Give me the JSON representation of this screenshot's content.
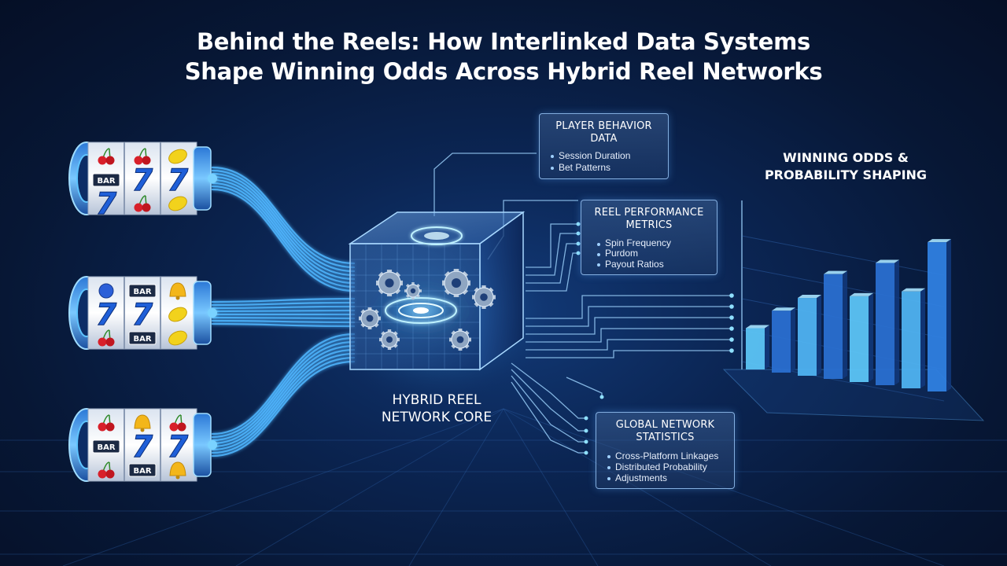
{
  "title": {
    "line1": "Behind the Reels: How Interlinked Data Systems",
    "line2": "Shape Winning Odds Across Hybrid Reel Networks"
  },
  "core": {
    "line1": "HYBRID REEL",
    "line2": "NETWORK CORE"
  },
  "panels": {
    "player_behavior": {
      "title_line1": "PLAYER BEHAVIOR",
      "title_line2": "DATA",
      "items": [
        "Session Duration",
        "Bet Patterns"
      ]
    },
    "reel_performance": {
      "title_line1": "REEL PERFORMANCE",
      "title_line2": "METRICS",
      "items": [
        "Spin Frequency",
        "Purdom",
        "Payout Ratios"
      ]
    },
    "global_network": {
      "title_line1": "GLOBAL NETWORK",
      "title_line2": "STATISTICS",
      "items": [
        "Cross-Platform Linkages",
        "Distributed Probability",
        "Adjustments"
      ]
    }
  },
  "chart": {
    "title_line1": "WINNING ODDS &",
    "title_line2": "PROBABILITY SHAPING"
  },
  "chart_data": {
    "type": "bar",
    "title": "WINNING ODDS & PROBABILITY SHAPING",
    "categories": [
      "",
      "",
      "",
      "",
      "",
      "",
      "",
      ""
    ],
    "values": [
      2.6,
      3.9,
      4.9,
      6.6,
      5.4,
      7.7,
      6.1,
      9.4
    ],
    "ylim": [
      0,
      10
    ],
    "grid": true,
    "colors": [
      "#5cc4f5",
      "#2a6fd0",
      "#4fb2f0",
      "#2a6fd0",
      "#5cc4f5",
      "#2a6fd0",
      "#4fb2f0",
      "#2f7fe0"
    ]
  },
  "reels": [
    {
      "symbols": [
        "cherry",
        "cherry",
        "lemon",
        "BAR",
        "7",
        "7",
        "7",
        "cherry",
        "lemon"
      ]
    },
    {
      "symbols": [
        "plum",
        "BAR",
        "bell",
        "7",
        "7",
        "lemon",
        "cherry",
        "BAR",
        "lemon"
      ]
    },
    {
      "symbols": [
        "cherry",
        "bell",
        "cherry",
        "BAR",
        "7",
        "7",
        "cherry",
        "BAR",
        "bell"
      ]
    }
  ],
  "colors": {
    "background": "#071735",
    "glow": "#3ab4ff",
    "accent": "#6fd0ff",
    "seven": "#1f5fd8",
    "seven_red": "#e0262a"
  }
}
